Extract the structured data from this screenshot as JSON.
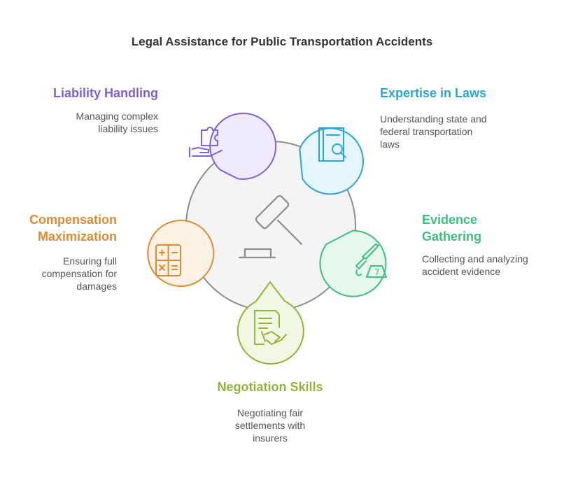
{
  "title": "Legal Assistance for Public Transportation Accidents",
  "colors": {
    "liability": "#7b61e0",
    "expertise": "#2aa5d6",
    "evidence": "#3dbf7e",
    "negotiation": "#8fb63a",
    "compensation": "#e08a33",
    "center": "#8c8c8c"
  },
  "items": [
    {
      "key": "liability",
      "heading": "Liability Handling",
      "desc": [
        "Managing complex",
        "liability issues"
      ],
      "icon": "puzzle-hand-icon"
    },
    {
      "key": "expertise",
      "heading": "Expertise in Laws",
      "desc": [
        "Understanding state and",
        "federal transportation",
        "laws"
      ],
      "icon": "book-search-icon"
    },
    {
      "key": "evidence",
      "heading_lines": [
        "Evidence",
        "Gathering"
      ],
      "desc": [
        "Collecting and analyzing",
        "accident evidence"
      ],
      "icon": "knife-evidence-icon"
    },
    {
      "key": "negotiation",
      "heading": "Negotiation Skills",
      "desc": [
        "Negotiating fair",
        "settlements with",
        "insurers"
      ],
      "icon": "contract-handshake-icon"
    },
    {
      "key": "compensation",
      "heading_lines": [
        "Compensation",
        "Maximization"
      ],
      "desc": [
        "Ensuring full",
        "compensation for",
        "damages"
      ],
      "icon": "calculator-icon"
    }
  ],
  "center_icon": "gavel-icon"
}
